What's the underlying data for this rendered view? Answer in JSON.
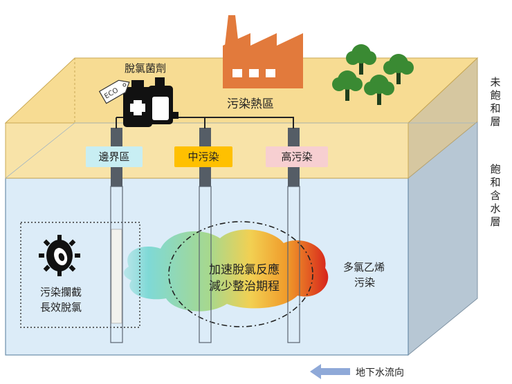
{
  "labels": {
    "bacteria_agent": "脫氯菌劑",
    "hotspot": "污染熱區",
    "eco_tag": "ECO",
    "unsaturated": "未飽和層",
    "saturated": "飽和含水層",
    "well_boundary": "邊界區",
    "well_medium": "中污染",
    "well_high": "高污染",
    "barrier_line1": "污染攔截",
    "barrier_line2": "長效脫氯",
    "center_line1": "加速脫氯反應",
    "center_line2": "減少整治期程",
    "pce_line1": "多氯乙烯",
    "pce_line2": "污染",
    "flow": "地下水流向"
  },
  "colors": {
    "soil_top": "#f7dc93",
    "soil_front": "#f8e3a8",
    "water_front": "#dcecf8",
    "water_side": "#b7c7d4",
    "factory": "#e27a3c",
    "tree": "#3a8a33",
    "tag_boundary": "#c8eef3",
    "tag_medium": "#ffc000",
    "tag_high": "#f7cfd1",
    "arrow": "#8fa9d8"
  },
  "icons": [
    "factory-icon",
    "tree-icon",
    "bottle-icon",
    "eco-tag-icon",
    "bacteria-icon",
    "flow-arrow-icon"
  ]
}
